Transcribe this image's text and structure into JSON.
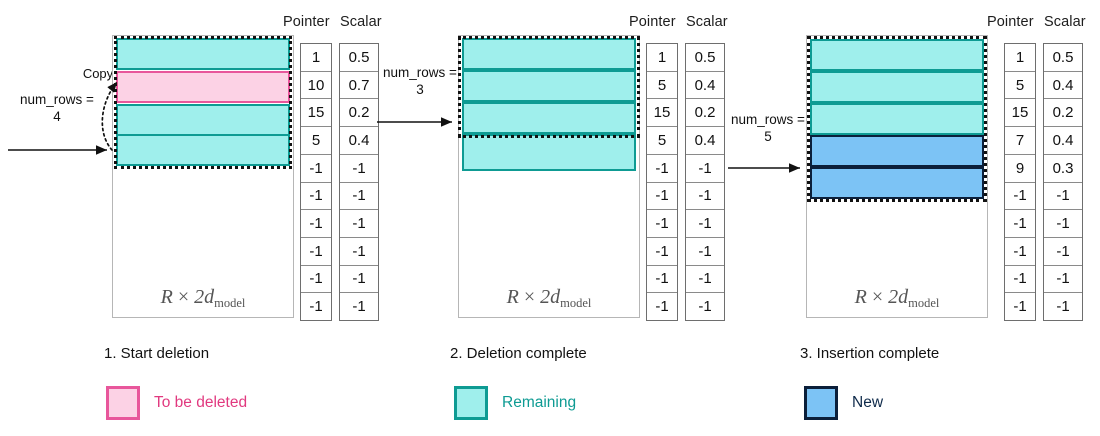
{
  "figure": {
    "column_headers": {
      "pointer": "Pointer",
      "scalar": "Scalar"
    },
    "matrix_label": {
      "lead": "R",
      "times": "×",
      "coef": "2d",
      "sub": "model"
    },
    "colors": {
      "teal_fill": "#9FEFEC",
      "teal_border": "#0E9B93",
      "pink_fill": "#FCD2E5",
      "pink_border": "#E8569B",
      "blue_fill": "#7CC3F5",
      "blue_border": "#0B1F3A",
      "box_border": "#B6B6B6",
      "dotted_border": "#111111",
      "table_border": "#6E6E6E"
    }
  },
  "panels": [
    {
      "id": "start-deletion",
      "caption": "1. Start deletion",
      "num_rows_label": "num_rows =",
      "num_rows_value": "4",
      "copy_label": "Copy",
      "rows": [
        {
          "kind": "teal"
        },
        {
          "kind": "pink"
        },
        {
          "kind": "teal"
        },
        {
          "kind": "teal"
        }
      ],
      "active_rows": 4,
      "table": {
        "pointer": [
          "1",
          "10",
          "15",
          "5",
          "-1",
          "-1",
          "-1",
          "-1",
          "-1",
          "-1"
        ],
        "scalar": [
          "0.5",
          "0.7",
          "0.2",
          "0.4",
          "-1",
          "-1",
          "-1",
          "-1",
          "-1",
          "-1"
        ]
      }
    },
    {
      "id": "deletion-complete",
      "caption": "2. Deletion complete",
      "num_rows_label": "num_rows =",
      "num_rows_value": "3",
      "rows": [
        {
          "kind": "teal"
        },
        {
          "kind": "teal"
        },
        {
          "kind": "teal"
        },
        {
          "kind": "teal"
        }
      ],
      "active_rows": 3,
      "table": {
        "pointer": [
          "1",
          "5",
          "15",
          "5",
          "-1",
          "-1",
          "-1",
          "-1",
          "-1",
          "-1"
        ],
        "scalar": [
          "0.5",
          "0.4",
          "0.2",
          "0.4",
          "-1",
          "-1",
          "-1",
          "-1",
          "-1",
          "-1"
        ]
      }
    },
    {
      "id": "insertion-complete",
      "caption": "3. Insertion complete",
      "num_rows_label": "num_rows =",
      "num_rows_value": "5",
      "rows": [
        {
          "kind": "teal"
        },
        {
          "kind": "teal"
        },
        {
          "kind": "teal"
        },
        {
          "kind": "blue"
        },
        {
          "kind": "blue"
        }
      ],
      "active_rows": 5,
      "table": {
        "pointer": [
          "1",
          "5",
          "15",
          "7",
          "9",
          "-1",
          "-1",
          "-1",
          "-1",
          "-1"
        ],
        "scalar": [
          "0.5",
          "0.4",
          "0.2",
          "0.4",
          "0.3",
          "-1",
          "-1",
          "-1",
          "-1",
          "-1"
        ]
      }
    }
  ],
  "legend": [
    {
      "id": "to-be-deleted",
      "label": "To be deleted",
      "kind": "pink"
    },
    {
      "id": "remaining",
      "label": "Remaining",
      "kind": "teal"
    },
    {
      "id": "new",
      "label": "New",
      "kind": "blue"
    }
  ]
}
